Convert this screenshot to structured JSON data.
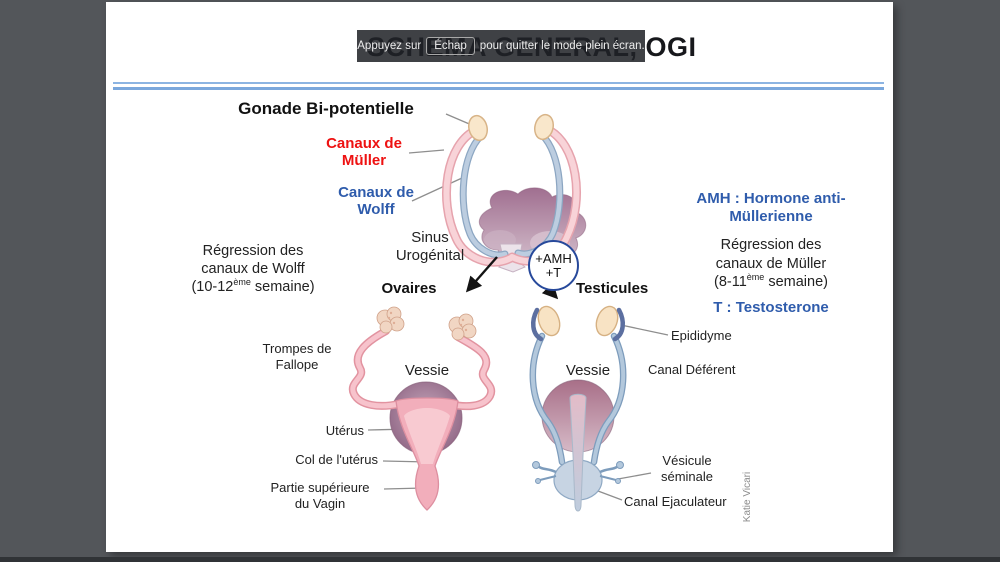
{
  "toast": {
    "prefix": "Appuyez sur",
    "key": "Échap",
    "suffix": "pour quitter le mode plein écran."
  },
  "slide": {
    "title": "SCHEMA GENERAL, OGI",
    "top": {
      "gonade": "Gonade Bi-potentielle",
      "canaux_muller": "Canaux de Müller",
      "canaux_wolff": "Canaux de Wolff",
      "sinus": "Sinus Urogénital"
    },
    "left_note": {
      "l1": "Régression des",
      "l2": "canaux de Wolff",
      "l3_pre": "(10-12",
      "l3_sup": "ème",
      "l3_post": " semaine)"
    },
    "right_note": {
      "amh_l1": "AMH : Hormone anti-",
      "amh_l2": "Müllerienne",
      "reg_l1": "Régression des",
      "reg_l2": "canaux de Müller",
      "reg_l3_pre": "(8-11",
      "reg_l3_sup": "ème",
      "reg_l3_post": " semaine)",
      "t_line": "T : Testosterone"
    },
    "branch": {
      "ovaires": "Ovaires",
      "testicules": "Testicules",
      "circle_l1": "+AMH",
      "circle_l2": "+T"
    },
    "female": {
      "trompes": "Trompes de Fallope",
      "vessie": "Vessie",
      "uterus": "Utérus",
      "col": "Col de l'utérus",
      "partie": "Partie supérieure du Vagin"
    },
    "male": {
      "epididyme": "Epididyme",
      "canal_deferent": "Canal Déférent",
      "vessie": "Vessie",
      "vesicule": "Vésicule séminale",
      "canal_ejaculateur": "Canal Ejaculateur"
    },
    "credit": "Katie Vicari"
  },
  "colors": {
    "accent_red": "#ee1111",
    "accent_blue": "#2f5cac",
    "circle_blue": "#27499b",
    "underline_light": "#8cb4e2",
    "underline_dark": "#7aa7dc",
    "desktop_bg": "#53565a"
  }
}
